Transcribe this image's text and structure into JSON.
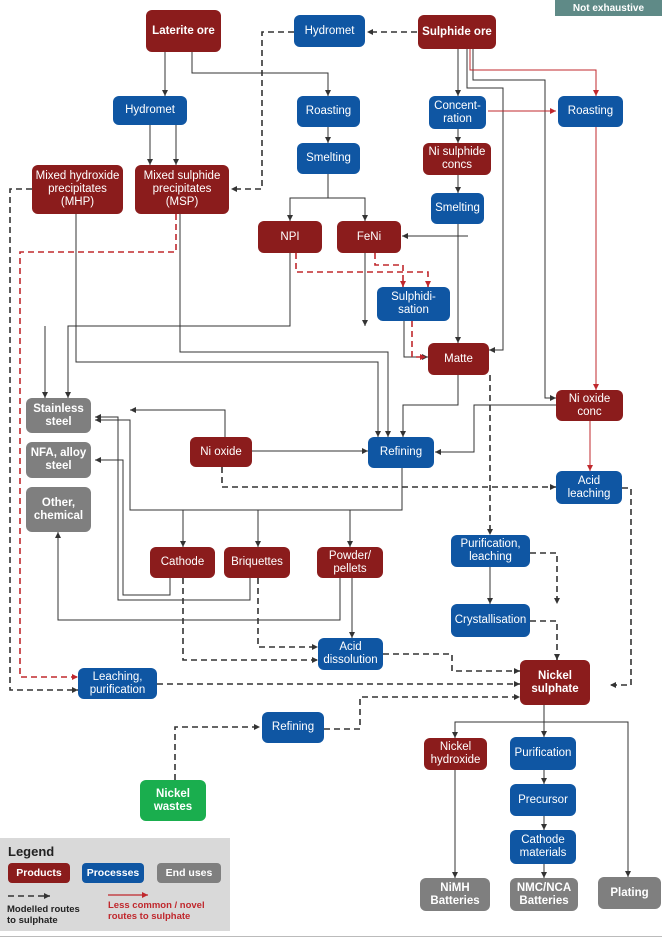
{
  "note": "Not exhaustive",
  "nodes": {
    "laterite_ore": "Laterite ore",
    "hydromet_top": "Hydromet",
    "sulphide_ore": "Sulphide ore",
    "hydromet_left": "Hydromet",
    "roasting_mid": "Roasting",
    "concentration": "Concent-\nration",
    "roasting_right": "Roasting",
    "mhp": "Mixed hydroxide\nprecipitates\n(MHP)",
    "msp": "Mixed sulphide\nprecipitates\n(MSP)",
    "smelting_mid": "Smelting",
    "ni_sulphide_concs": "Ni sulphide\nconcs",
    "smelting_right": "Smelting",
    "npi": "NPI",
    "feni": "FeNi",
    "sulphidisation": "Sulphidi-\nsation",
    "matte": "Matte",
    "stainless_steel": "Stainless\nsteel",
    "ni_oxide_conc": "Ni oxide\nconc",
    "nfa_alloy_steel": "NFA, alloy\nsteel",
    "ni_oxide": "Ni oxide",
    "refining_mid": "Refining",
    "acid_leaching": "Acid\nleaching",
    "other_chemical": "Other,\nchemical",
    "purification_leaching": "Purification,\nleaching",
    "cathode": "Cathode",
    "briquettes": "Briquettes",
    "powder_pellets": "Powder/\npellets",
    "crystallisation": "Crystallisation",
    "acid_dissolution": "Acid\ndissolution",
    "nickel_sulphate": "Nickel\nsulphate",
    "leaching_purification": "Leaching,\npurification",
    "refining_low": "Refining",
    "nickel_hydroxide": "Nickel\nhydroxide",
    "purification": "Purification",
    "precursor": "Precursor",
    "nickel_wastes": "Nickel\nwastes",
    "cathode_materials": "Cathode\nmaterials",
    "nimh_batteries": "NiMH\nBatteries",
    "nmc_nca_batteries": "NMC/NCA\nBatteries",
    "plating": "Plating"
  },
  "legend": {
    "title": "Legend",
    "products": "Products",
    "processes": "Processes",
    "end_uses": "End uses",
    "modelled_routes": "Modelled routes\nto sulphate",
    "novel_routes": "Less common / novel\nroutes to sulphate"
  },
  "colors": {
    "product": "#8b1c1c",
    "process": "#0f56a3",
    "end_use": "#7f7f7f",
    "waste": "#1aae4e",
    "modelled_route": "#333333",
    "novel_route": "#c0282d",
    "note_bg": "#5f8a87"
  }
}
